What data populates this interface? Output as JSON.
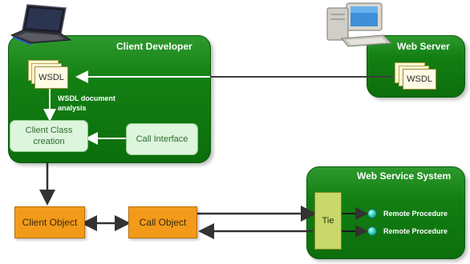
{
  "client_panel": {
    "title": "Client Developer",
    "wsdl_label": "WSDL",
    "analysis_annotation": "WSDL document\nanalysis",
    "client_class_box": "Client Class\ncreation",
    "call_interface_box": "Call Interface"
  },
  "server_panel": {
    "title": "Web Server",
    "wsdl_label": "WSDL"
  },
  "system_panel": {
    "title": "Web Service System",
    "tie_label": "Tie",
    "procedures": [
      "Remote Procedure",
      "Remote Procedure"
    ]
  },
  "objects": {
    "client_object": "Client Object",
    "call_object": "Call Object"
  },
  "icons": {
    "laptop": "laptop-icon",
    "server": "desktop-computer-icon"
  },
  "colors": {
    "panel_green": "#137f13",
    "light_green": "#ddf5dc",
    "orange": "#f39a1a",
    "tie": "#c9d86a",
    "wsdl_doc": "#fff8d2",
    "procedure_dot": "#26c7ad"
  }
}
